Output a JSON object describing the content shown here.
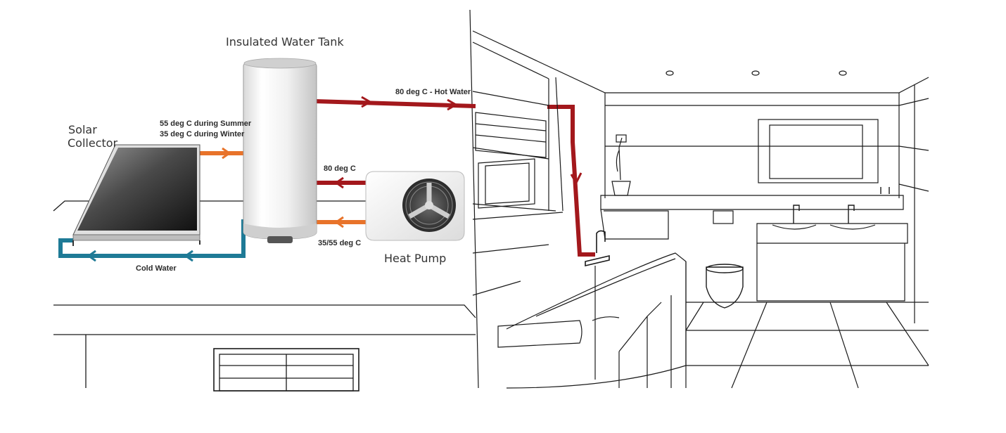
{
  "labels": {
    "tank": "Insulated Water Tank",
    "solar_line1": "Solar",
    "solar_line2": "Collector",
    "summer": "55 deg C during Summer",
    "winter": "35 deg C during Winter",
    "hot_water": "80 deg C - Hot Water",
    "pump_out": "80 deg C",
    "pump_in": "35/55 deg C",
    "heat_pump": "Heat Pump",
    "cold_water": "Cold Water"
  },
  "colors": {
    "hot_pipe": "#a3181c",
    "warm_pipe": "#e8732a",
    "cold_pipe": "#1e7a96",
    "line_art": "#1a1a1a"
  },
  "icons": [
    "solar-panel-icon",
    "water-tank-icon",
    "heat-pump-icon",
    "fan-icon",
    "bathtub-icon",
    "toilet-icon",
    "sink-icon",
    "plant-icon"
  ]
}
